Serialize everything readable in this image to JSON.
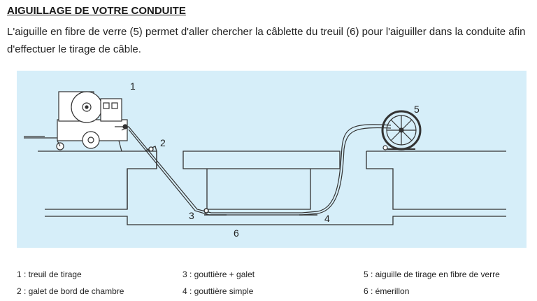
{
  "header": {
    "title": "AIGUILLAGE DE VOTRE CONDUITE",
    "description": "L'aiguille en fibre de verre (5) permet d'aller chercher la câblette du treuil (6) pour l'aiguiller dans la conduite afin d'effectuer le tirage de câble."
  },
  "diagram": {
    "background_color": "#d6eef9",
    "line_color": "#333333",
    "callouts": [
      "1",
      "2",
      "3",
      "4",
      "5",
      "6"
    ]
  },
  "legend": {
    "items": [
      "1 : treuil de tirage",
      "2 : galet de bord de chambre",
      "3 : gouttière + galet",
      "4 : gouttière simple",
      "5 : aiguille de tirage en fibre de verre",
      "6 : émerillon"
    ]
  }
}
